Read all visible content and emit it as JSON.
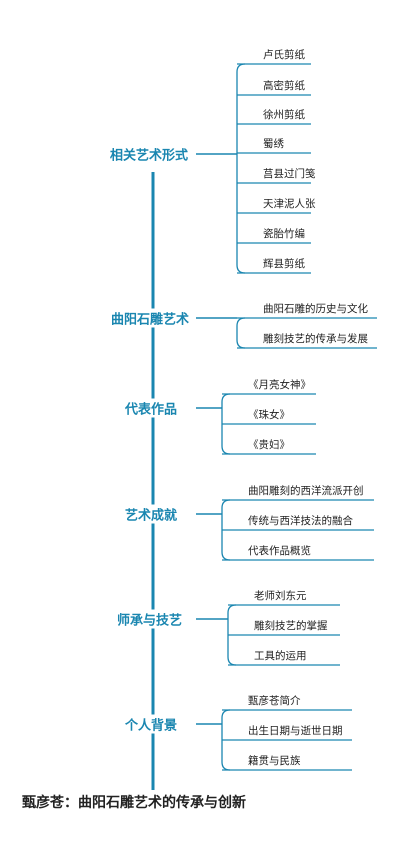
{
  "title": "甄彦苍：曲阳石雕艺术的传承与创新",
  "colors": {
    "line": "#1a86b0",
    "branch_text": "#1a86b0",
    "leaf_text": "#1f1f1f",
    "title_text": "#222222"
  },
  "branches": [
    {
      "label": "相关艺术形式",
      "children": [
        "卢氏剪纸",
        "高密剪纸",
        "徐州剪纸",
        "蜀绣",
        "莒县过门笺",
        "天津泥人张",
        "瓷胎竹编",
        "辉县剪纸"
      ]
    },
    {
      "label": "曲阳石雕艺术",
      "children": [
        "曲阳石雕的历史与文化",
        "雕刻技艺的传承与发展"
      ]
    },
    {
      "label": "代表作品",
      "children": [
        "《月亮女神》",
        "《珠女》",
        "《贵妇》"
      ]
    },
    {
      "label": "艺术成就",
      "children": [
        "曲阳雕刻的西洋流派开创",
        "传统与西洋技法的融合",
        "代表作品概览"
      ]
    },
    {
      "label": "师承与技艺",
      "children": [
        "老师刘东元",
        "雕刻技艺的掌握",
        "工具的运用"
      ]
    },
    {
      "label": "个人背景",
      "children": [
        "甄彦苍简介",
        "出生日期与逝世日期",
        "籍贯与民族"
      ]
    }
  ]
}
